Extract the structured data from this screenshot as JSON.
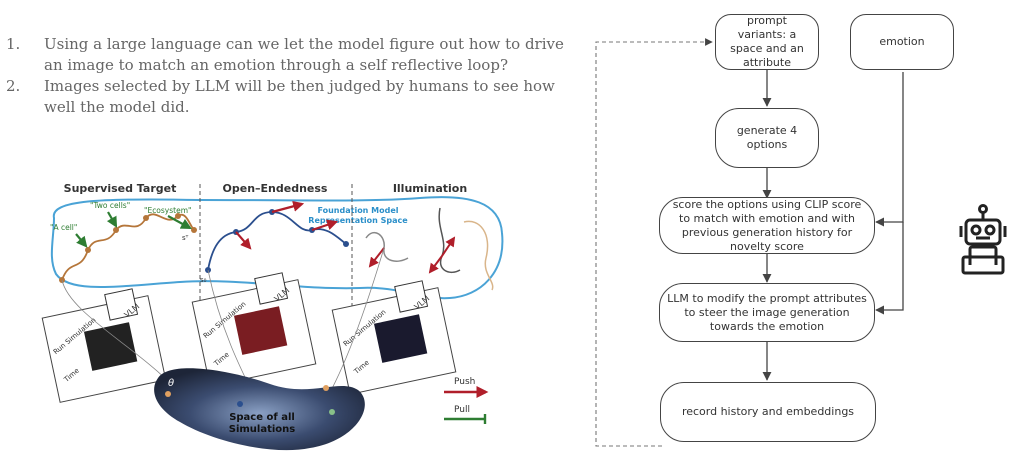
{
  "intro_list": [
    {
      "num": "1.",
      "line1": "Using a large language can we let the model figure out how to drive",
      "line2": "an image to match an emotion through a  self reflective loop?"
    },
    {
      "num": "2.",
      "line1": "Images selected by LLM will be then judged by humans to see how",
      "line2": "well the model did."
    }
  ],
  "figure": {
    "section_titles": [
      "Supervised Target",
      "Open–Endedness",
      "Illumination"
    ],
    "target_labels": [
      "\"A cell\"",
      "\"Two cells\"",
      "\"Ecosystem\""
    ],
    "space_label": "Foundation Model\nRepresentation Space",
    "space_label_line1": "Foundation Model",
    "space_label_line2": "Representation Space",
    "run_simulation": "Run Simulation",
    "time_label": "Time",
    "vlm_label": "VLM",
    "all_sims_line1": "Space of all",
    "all_sims_line2": "Simulations",
    "theta": "θ",
    "s0": "s₀",
    "sT": "sᵀ",
    "push": "Push",
    "pull": "Pull",
    "colors": {
      "space_border": "#4aa3d6",
      "push": "#b01e2a",
      "pull": "#2e7d32",
      "accent_text": "#2b8fc9"
    }
  },
  "flowchart": {
    "boxes": [
      {
        "id": "prompt",
        "text": "prompt variants: a space and an attribute"
      },
      {
        "id": "emotion",
        "text": "emotion"
      },
      {
        "id": "generate",
        "text": "generate 4 options"
      },
      {
        "id": "score",
        "text": "score the options using CLIP score to match with emotion and with previous generation history for novelty score"
      },
      {
        "id": "modify",
        "text": "LLM to modify the prompt attributes to steer the image generation towards the emotion"
      },
      {
        "id": "record",
        "text": "record history and embeddings"
      }
    ]
  },
  "robot_icon": "robot-icon"
}
